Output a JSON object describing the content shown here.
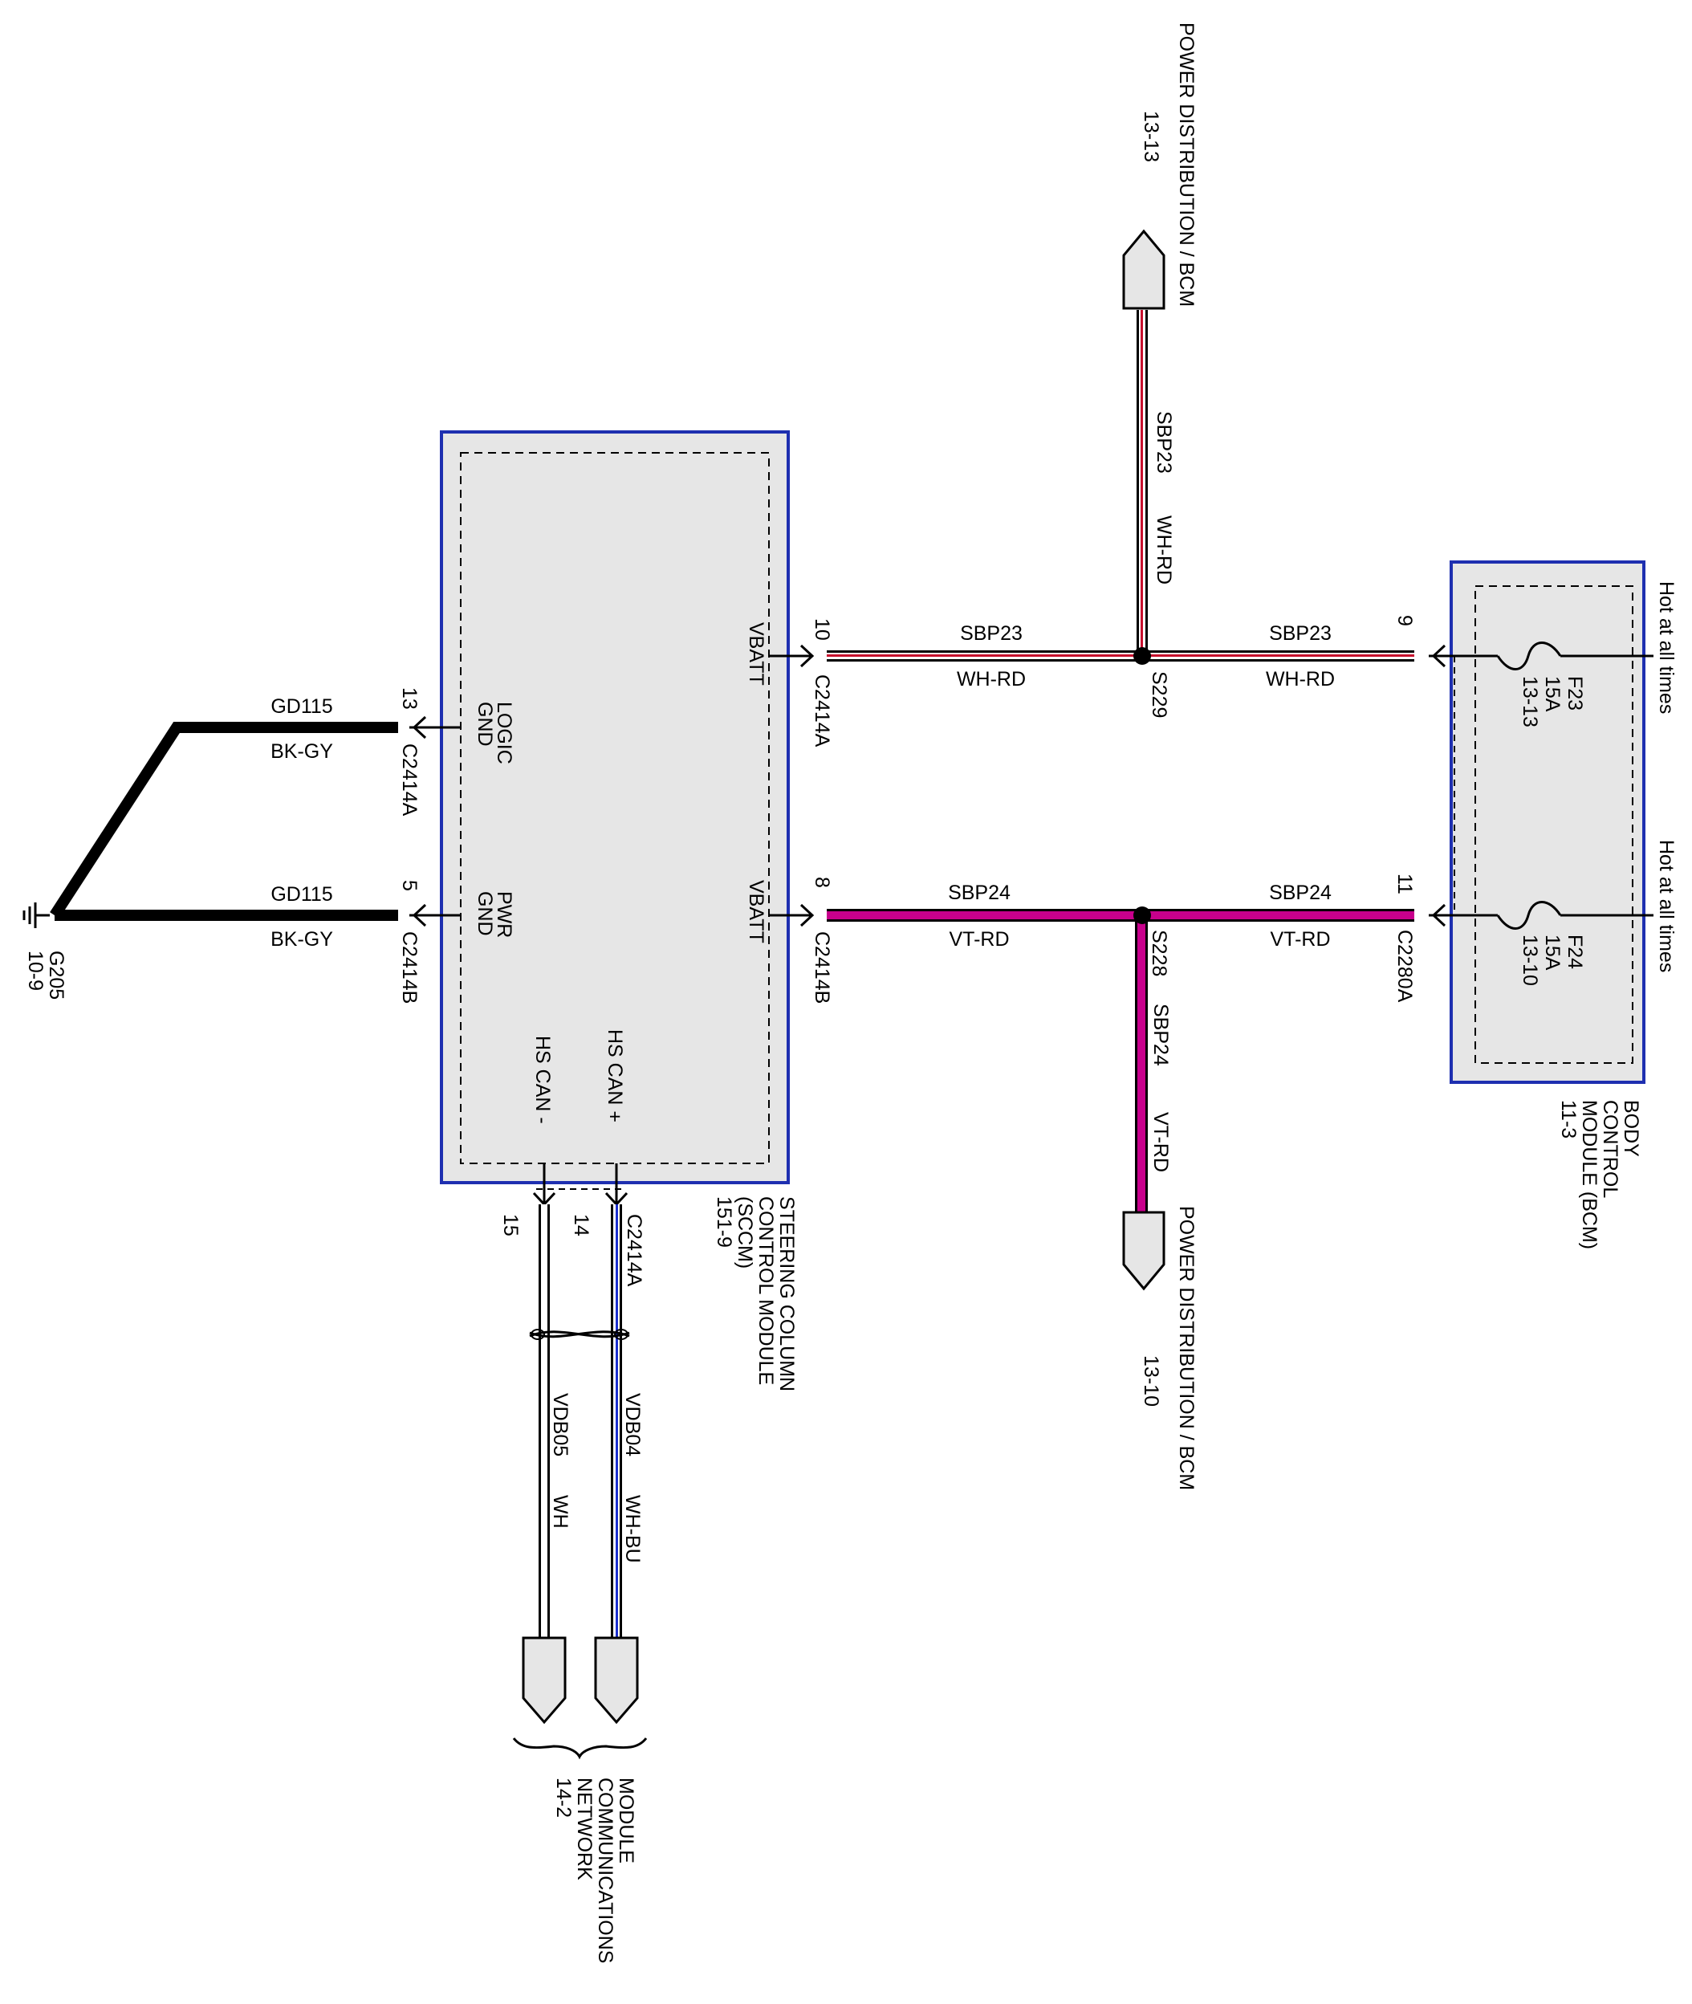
{
  "colors": {
    "wire_red": "#c8102e",
    "wire_violet": "#c8008c",
    "wire_blue": "#1b2fd0",
    "module_border": "#1e2fb0",
    "module_fill": "#e6e6e6",
    "ground_wire": "#000000"
  },
  "sccm": {
    "name_line1": "STEERING COLUMN",
    "name_line2": "CONTROL MODULE",
    "name_line3": "(SCCM)",
    "name_line4": "151-9",
    "pins": {
      "logic_gnd_1": "LOGIC",
      "logic_gnd_2": "GND",
      "pwr_gnd_1": "PWR",
      "pwr_gnd_2": "GND",
      "vbatt_top": "VBATT",
      "vbatt_bottom": "VBATT",
      "hs_can_plus": "HS CAN +",
      "hs_can_minus": "HS CAN -"
    }
  },
  "bcm": {
    "name_line1": "BODY",
    "name_line2": "CONTROL",
    "name_line3": "MODULE (BCM)",
    "name_line4": "11-3",
    "fuse_top": {
      "id": "F23",
      "rating": "15A",
      "ref": "13-13"
    },
    "fuse_bottom": {
      "id": "F24",
      "rating": "15A",
      "ref": "13-10"
    },
    "hot_top": "Hot at all times",
    "hot_bottom": "Hot at all times"
  },
  "wires": {
    "sbp23_left": {
      "circuit": "SBP23",
      "color": "WH-RD"
    },
    "sbp23_right": {
      "circuit": "SBP23",
      "color": "WH-RD"
    },
    "sbp23_up": {
      "circuit": "SBP23",
      "color": "WH-RD"
    },
    "sbp24_left": {
      "circuit": "SBP24",
      "color": "VT-RD"
    },
    "sbp24_right": {
      "circuit": "SBP24",
      "color": "VT-RD"
    },
    "sbp24_down": {
      "circuit": "SBP24",
      "color": "VT-RD"
    },
    "gd115_top": {
      "circuit": "GD115",
      "color": "BK-GY"
    },
    "gd115_bottom": {
      "circuit": "GD115",
      "color": "BK-GY"
    },
    "vdb04": {
      "circuit": "VDB04",
      "color": "WH-BU"
    },
    "vdb05": {
      "circuit": "VDB05",
      "color": "WH"
    }
  },
  "connectors": {
    "c2414a_vbatt": {
      "pin": "10",
      "name": "C2414A"
    },
    "c2414b_vbatt": {
      "pin": "8",
      "name": "C2414B"
    },
    "c2414a_gnd": {
      "pin": "13",
      "name": "C2414A"
    },
    "c2414b_gnd": {
      "pin": "5",
      "name": "C2414B"
    },
    "bcm_top": {
      "pin": "9"
    },
    "bcm_bottom": {
      "pin": "11",
      "name": "C2280A"
    },
    "can_conn": {
      "name": "C2414A",
      "pin_plus": "14",
      "pin_minus": "15"
    }
  },
  "splices": {
    "top": "S229",
    "bottom": "S228"
  },
  "ground": {
    "name": "G205",
    "ref": "10-9"
  },
  "destinations": {
    "power_top": {
      "label": "POWER DISTRIBUTION / BCM",
      "ref": "13-13"
    },
    "power_bottom": {
      "label": "POWER DISTRIBUTION / BCM",
      "ref": "13-10"
    },
    "network": {
      "line1": "MODULE",
      "line2": "COMMUNICATIONS",
      "line3": "NETWORK",
      "line4": "14-2"
    }
  }
}
